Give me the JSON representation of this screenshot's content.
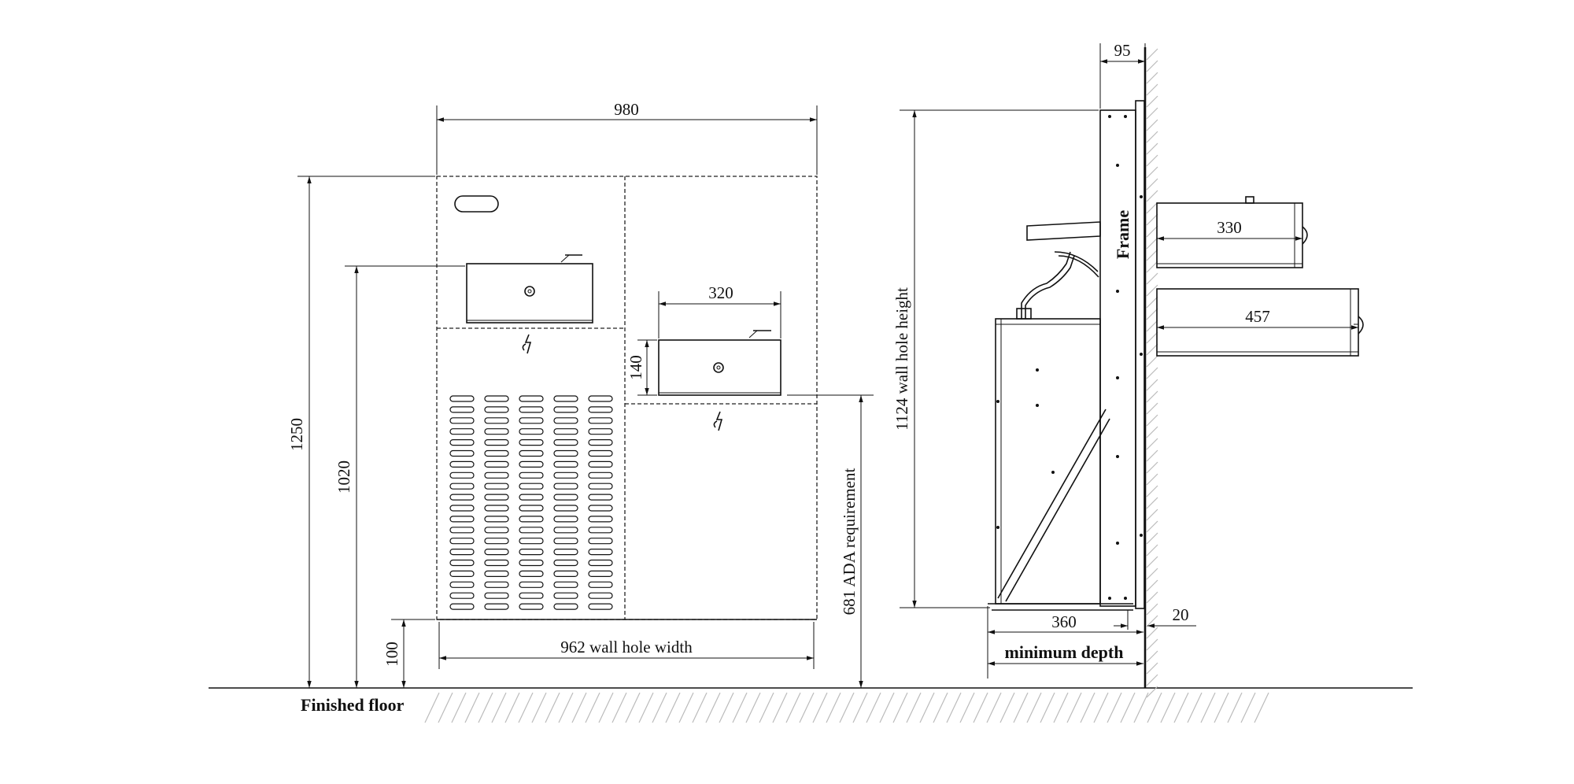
{
  "front_view": {
    "width_980": "980",
    "height_1250": "1250",
    "height_1020": "1020",
    "basin_width_320": "320",
    "basin_height_140": "140",
    "height_100": "100",
    "wall_hole_width": "962 wall hole width",
    "ada_requirement": "681 ADA requirement",
    "finished_floor": "Finished floor"
  },
  "side_view": {
    "depth_95": "95",
    "wall_hole_height": "1124 wall hole height",
    "frame": "Frame",
    "projection_330": "330",
    "projection_457": "457",
    "depth_360": "360",
    "minimum_depth": "minimum depth",
    "gap_20": "20"
  }
}
